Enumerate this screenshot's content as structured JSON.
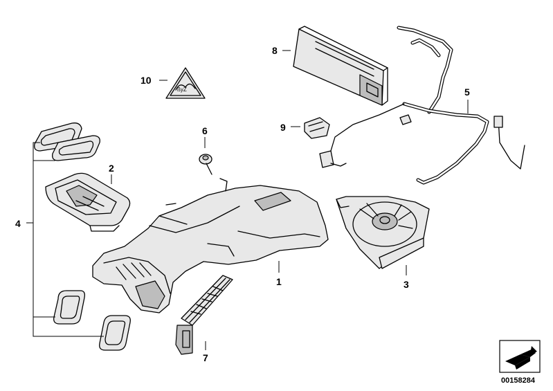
{
  "callouts": {
    "c1": "1",
    "c2": "2",
    "c3": "3",
    "c4": "4",
    "c5": "5",
    "c6": "6",
    "c7": "7",
    "c8": "8",
    "c9": "9",
    "c10": "10"
  },
  "document_number": "00158284",
  "icons": {
    "warning_sign": "triangle-warning-icon",
    "parts_symbol": "parts-reference-icon"
  }
}
